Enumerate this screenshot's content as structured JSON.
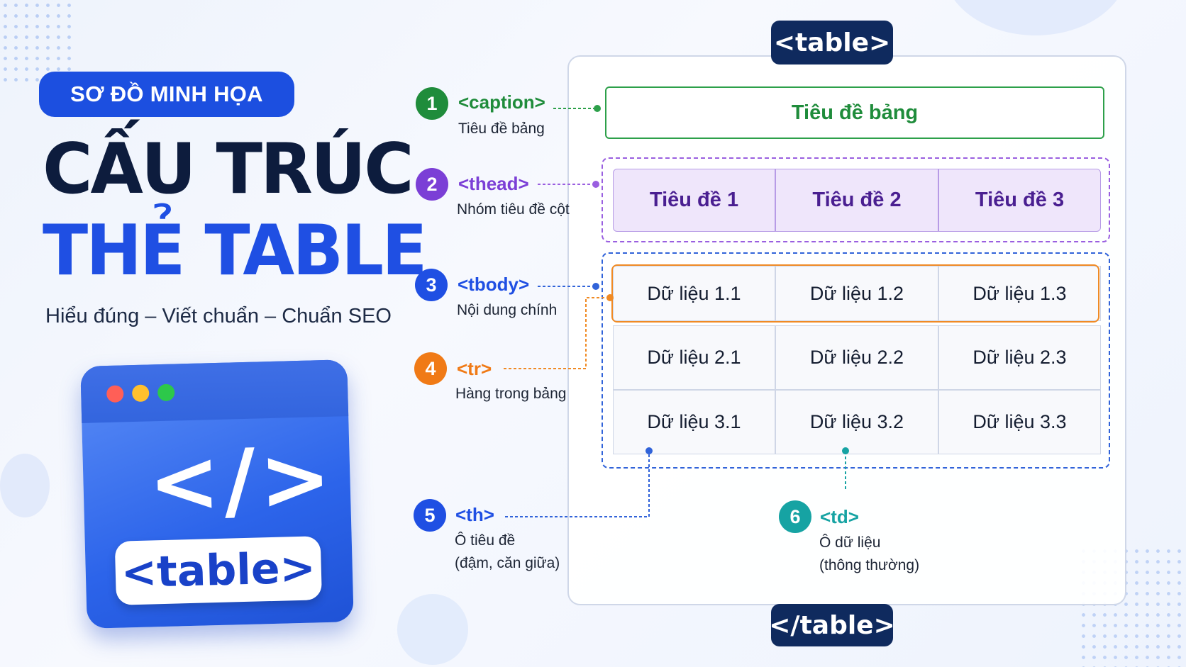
{
  "badge": "SƠ ĐỒ MINH HỌA",
  "title_line1": "CẤU TRÚC",
  "title_line2": "THẺ TABLE",
  "subtitle": "Hiểu đúng – Viết chuẩn – Chuẩn SEO",
  "browser_icon": {
    "code_glyph": "</>",
    "tag_label": "<table>"
  },
  "diagram": {
    "open_tag": "<table>",
    "close_tag": "</table>",
    "caption_text": "Tiêu đề bảng",
    "headers": [
      "Tiêu đề 1",
      "Tiêu đề 2",
      "Tiêu đề 3"
    ],
    "rows": [
      [
        "Dữ liệu 1.1",
        "Dữ liệu 1.2",
        "Dữ liệu 1.3"
      ],
      [
        "Dữ liệu 2.1",
        "Dữ liệu 2.2",
        "Dữ liệu 2.3"
      ],
      [
        "Dữ liệu 3.1",
        "Dữ liệu 3.2",
        "Dữ liệu 3.3"
      ]
    ]
  },
  "labels": [
    {
      "num": "1",
      "tag": "<caption>",
      "desc": [
        "Tiêu đề bảng"
      ],
      "color": "#1f8c3b"
    },
    {
      "num": "2",
      "tag": "<thead>",
      "desc": [
        "Nhóm tiêu đề cột"
      ],
      "color": "#7b3fd6"
    },
    {
      "num": "3",
      "tag": "<tbody>",
      "desc": [
        "Nội dung chính"
      ],
      "color": "#1f4fe3"
    },
    {
      "num": "4",
      "tag": "<tr>",
      "desc": [
        "Hàng trong bảng"
      ],
      "color": "#f07a16"
    },
    {
      "num": "5",
      "tag": "<th>",
      "desc": [
        "Ô tiêu đề",
        "(đậm, căn giữa)"
      ],
      "color": "#1f4fe3"
    },
    {
      "num": "6",
      "tag": "<td>",
      "desc": [
        "Ô dữ liệu",
        "(thông thường)"
      ],
      "color": "#16a3a3"
    }
  ],
  "colors": {
    "navy": "#0f2a5e",
    "brand_blue": "#1f4fe3",
    "caption_green": "#2da04a",
    "thead_purple": "#9a5fe0",
    "row_orange": "#f08a24",
    "td_teal": "#16a3a3"
  }
}
